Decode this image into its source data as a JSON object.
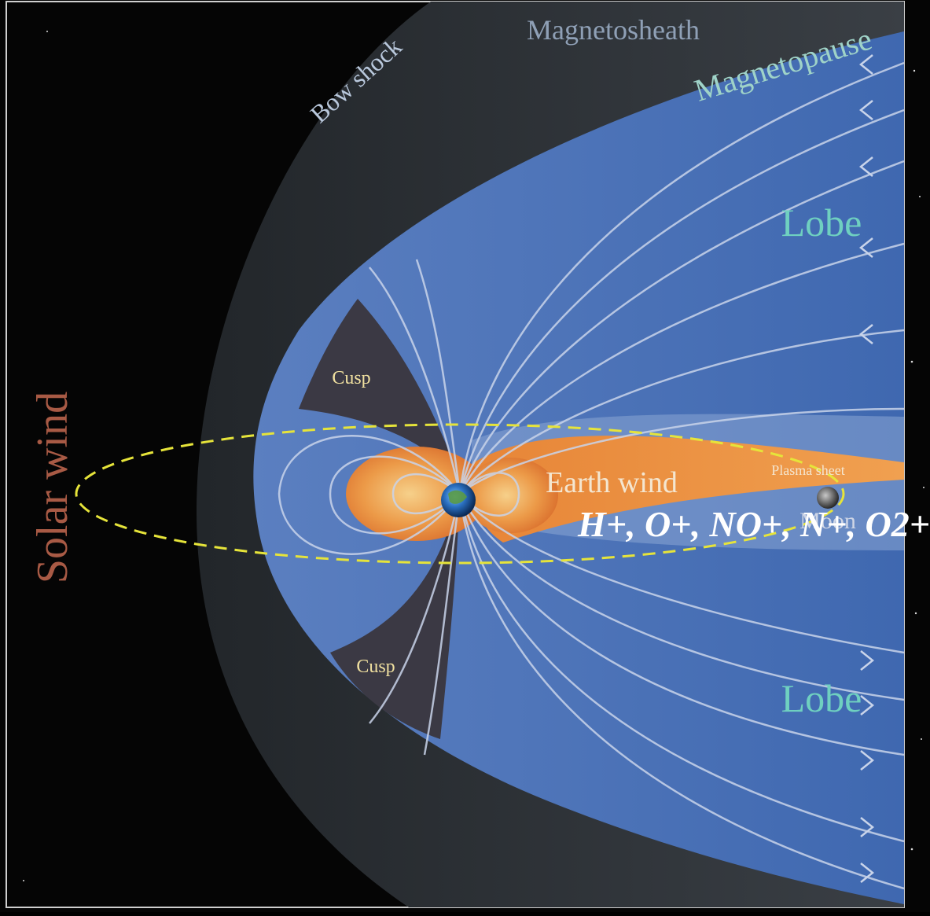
{
  "labels": {
    "bow_shock": "Bow shock",
    "magnetosheath": "Magnetosheath",
    "magnetopause": "Magnetopause",
    "lobe_top": "Lobe",
    "lobe_bottom": "Lobe",
    "solar_wind": "Solar wind",
    "cusp_top": "Cusp",
    "cusp_bottom": "Cusp",
    "earth_wind": "Earth wind",
    "plasma_sheet": "Plasma sheet",
    "moon": "Moon",
    "ions": "H+, O+, NO+, N+, O2+"
  },
  "colors": {
    "background": "#050505",
    "magnetosheath": "#2b2f33",
    "magnetosphere": "#4a74b8",
    "plasma_sheet": "#e8873a",
    "field_lines": "#c7d3ea",
    "cusp_region": "#3a3843",
    "orbit_dash": "#e6e43a",
    "lobe_text": "#6fd0c0",
    "solar_wind_text": "#a85a45",
    "cusp_text": "#f0e0a0",
    "sheath_text": "#9fb0c8"
  },
  "icons": {
    "earth": "earth-icon",
    "moon": "moon-icon"
  }
}
